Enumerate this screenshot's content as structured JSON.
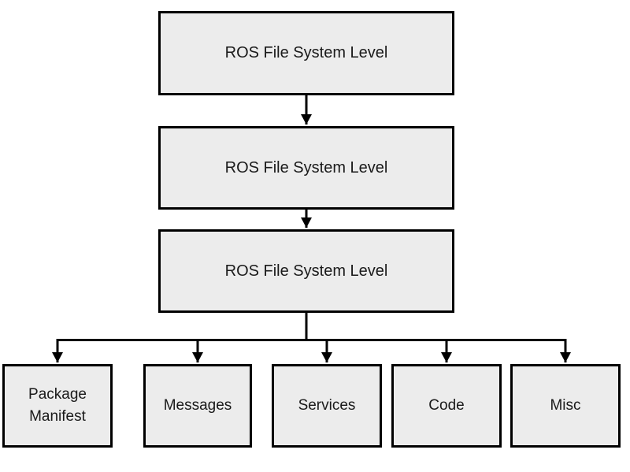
{
  "diagram": {
    "type": "flowchart",
    "colors": {
      "background": "#ffffff",
      "box_fill": "#ececec",
      "box_border": "#000000",
      "connector": "#000000",
      "text": "#1a1a1a"
    },
    "levels": [
      {
        "label": "ROS File System Level"
      },
      {
        "label": "ROS File System Level"
      },
      {
        "label": "ROS File System Level"
      }
    ],
    "children": [
      {
        "label": "Package Manifest"
      },
      {
        "label": "Messages"
      },
      {
        "label": "Services"
      },
      {
        "label": "Code"
      },
      {
        "label": "Misc"
      }
    ]
  }
}
